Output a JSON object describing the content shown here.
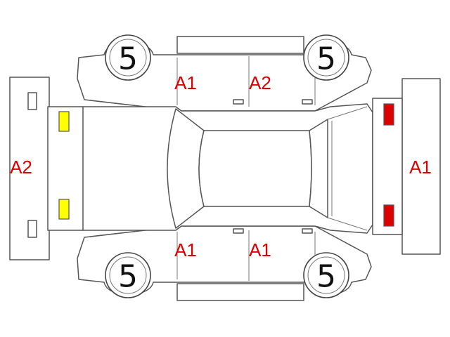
{
  "colors": {
    "outline": "#555555",
    "damage_code": "#dd0000",
    "front_lamp": "#ffff00",
    "rear_lamp": "#dd0000"
  },
  "wheels": {
    "front_left": "5",
    "rear_left": "5",
    "front_right": "5",
    "rear_right": "5"
  },
  "codes": {
    "top_front_door": "A1",
    "top_rear_door": "A2",
    "bottom_front_door": "A1",
    "bottom_rear_door": "A1",
    "front_bumper": "A2",
    "rear_bumper": "A1"
  },
  "lamps": {
    "front": [
      "yellow",
      "yellow"
    ],
    "rear": [
      "red",
      "red"
    ]
  }
}
